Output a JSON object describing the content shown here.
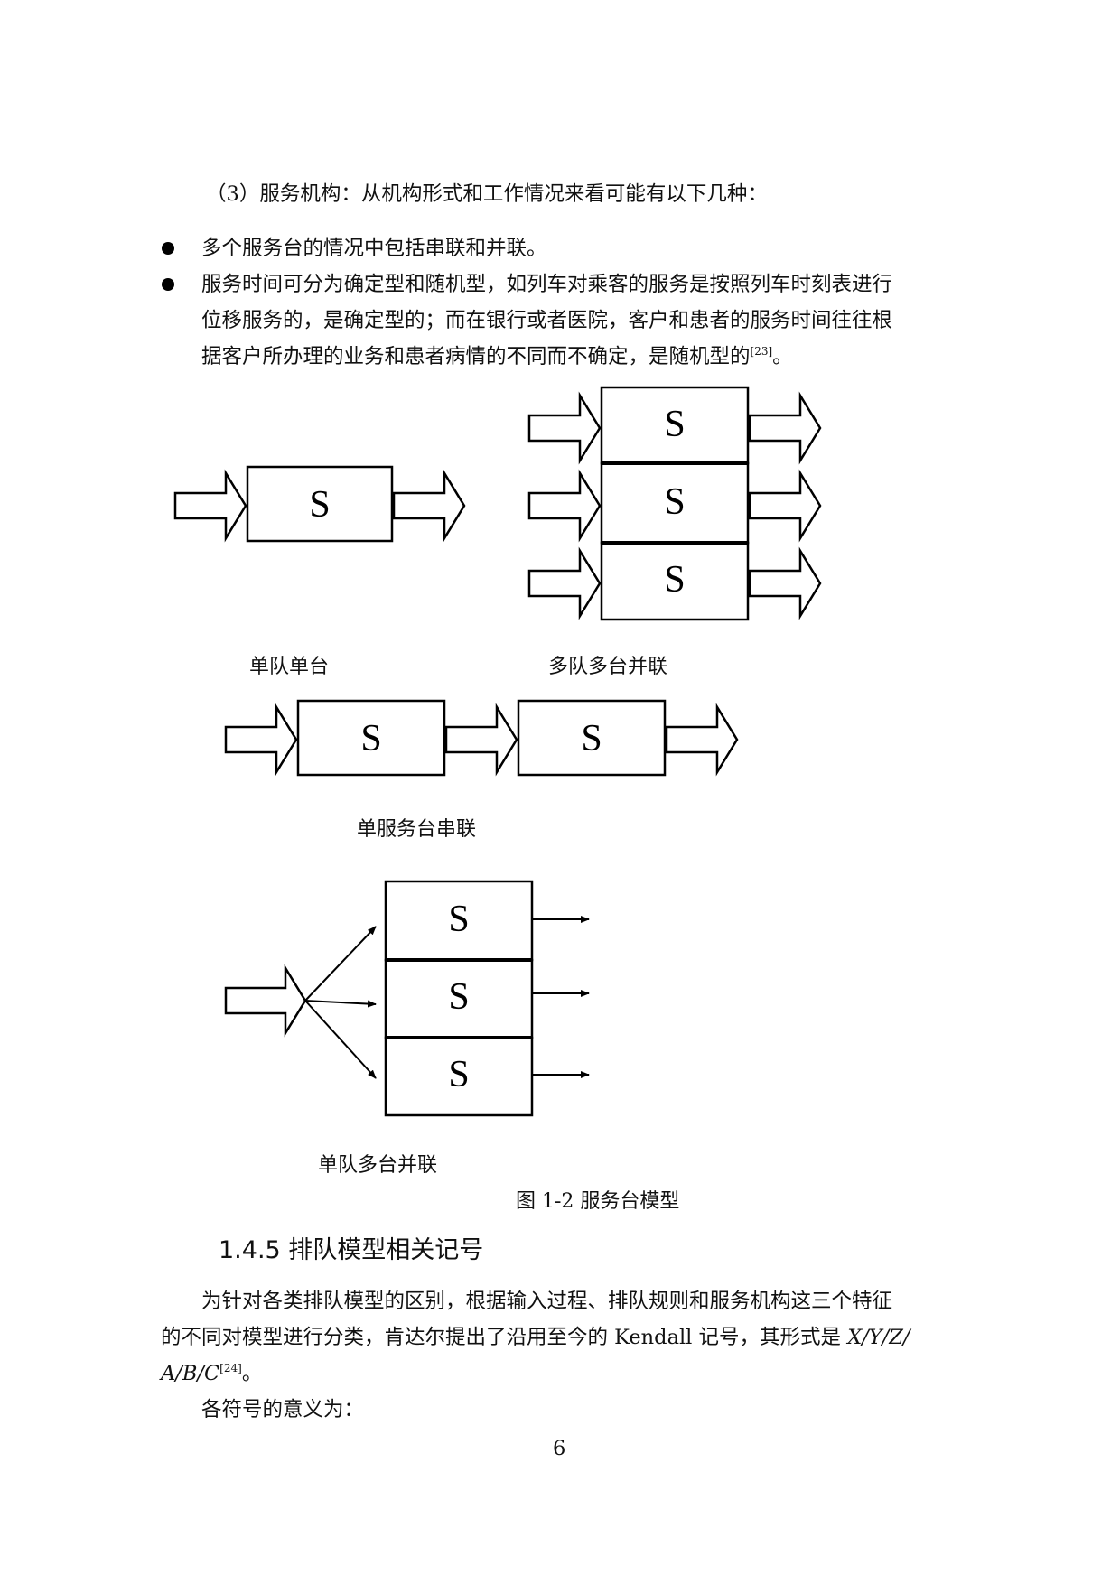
{
  "intro": {
    "line": "（3）服务机构：从机构形式和工作情况来看可能有以下几种："
  },
  "bullets": [
    {
      "text": "多个服务台的情况中包括串联和并联。"
    },
    {
      "line1": "服务时间可分为确定型和随机型，如列车对乘客的服务是按照列车时刻表进行",
      "line2": "位移服务的，是确定型的；而在银行或者医院，客户和患者的服务时间往往根",
      "line3": "据客户所办理的业务和患者病情的不同而不确定，是随机型的",
      "ref": "[23]",
      "end": "。"
    }
  ],
  "figure": {
    "server_symbol": "S",
    "labels": {
      "single_queue_single_server": "单队单台",
      "multi_queue_multi_parallel": "多队多台并联",
      "single_server_series": "单服务台串联",
      "single_queue_multi_parallel": "单队多台并联"
    },
    "caption": "图 1-2 服务台模型"
  },
  "section": {
    "title": "1.4.5 排队模型相关记号"
  },
  "body": {
    "p1_line1": "为针对各类排队模型的区别，根据输入过程、排队规则和服务机构这三个特征",
    "p1_line2_a": "的不同对模型进行分类，肯达尔提出了沿用至今的 Kendall 记号，其形式是 ",
    "p1_line2_b": "X/Y/Z/",
    "p1_line3_a": "A/B/C",
    "p1_line3_ref": "[24]",
    "p1_line3_end": "。",
    "p2": "各符号的意义为："
  },
  "page_number": "6"
}
